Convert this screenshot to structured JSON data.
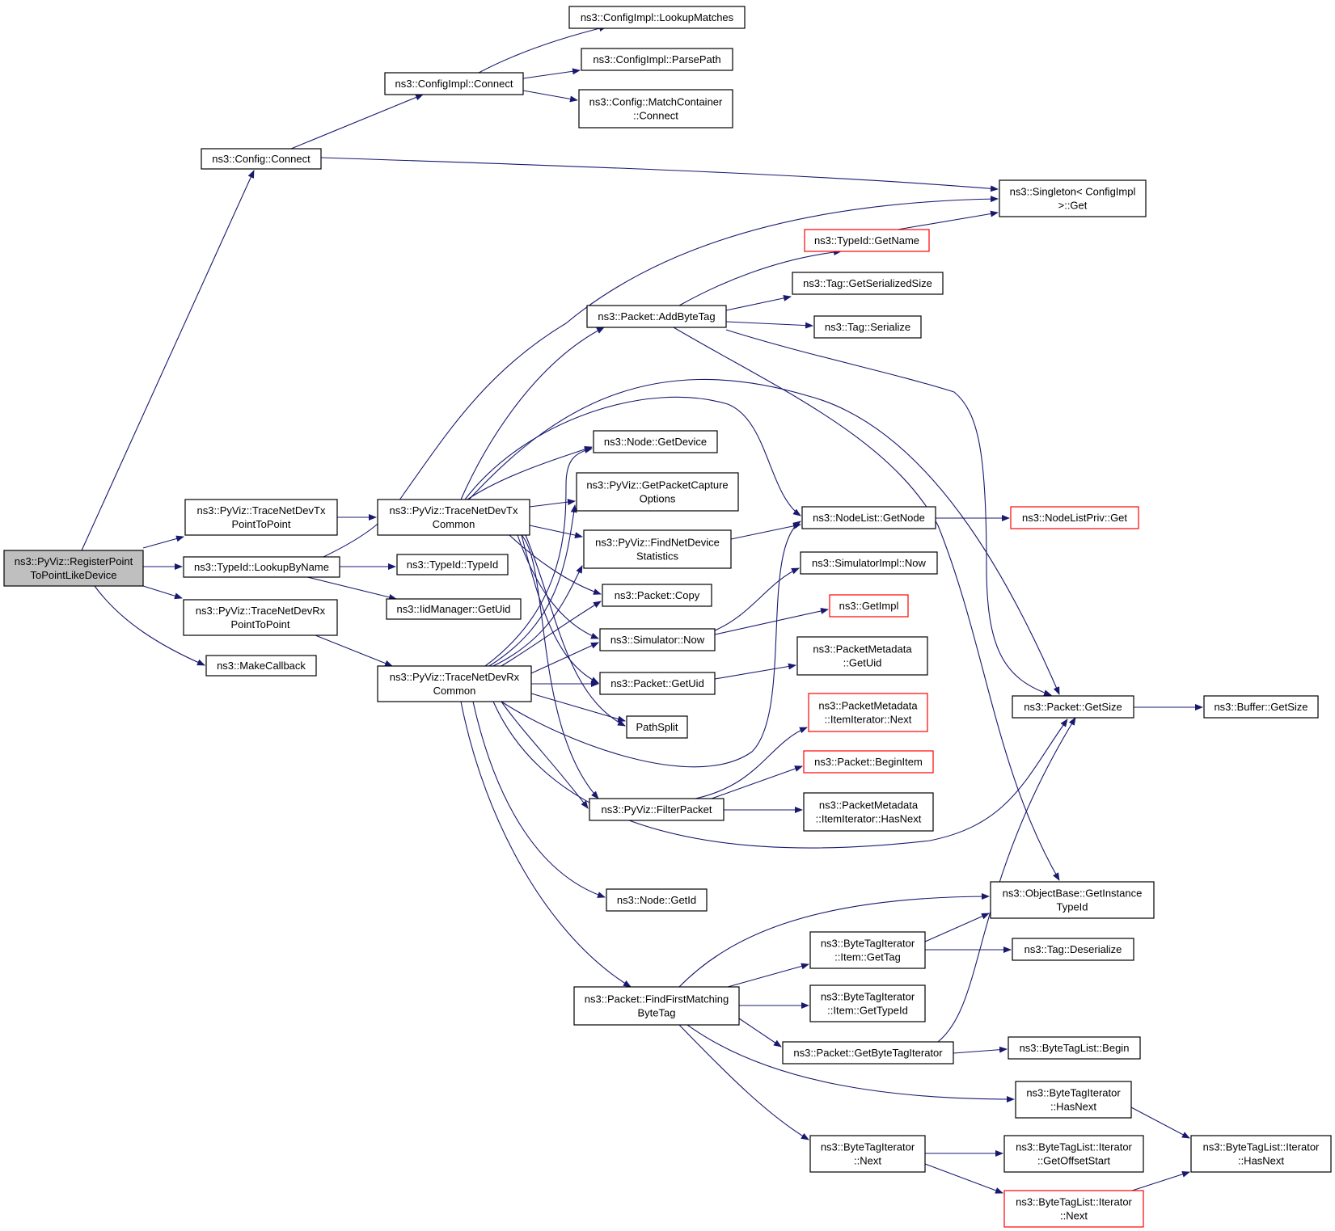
{
  "diagram": {
    "nodes": [
      {
        "id": "root",
        "lines": [
          "ns3::PyViz::RegisterPoint",
          "ToPointLikeDevice"
        ],
        "style": "root"
      },
      {
        "id": "cfgConnect",
        "lines": [
          "ns3::Config::Connect"
        ],
        "style": "normal"
      },
      {
        "id": "txP2P",
        "lines": [
          "ns3::PyViz::TraceNetDevTx",
          "PointToPoint"
        ],
        "style": "normal"
      },
      {
        "id": "lookupByName",
        "lines": [
          "ns3::TypeId::LookupByName"
        ],
        "style": "normal"
      },
      {
        "id": "rxP2P",
        "lines": [
          "ns3::PyViz::TraceNetDevRx",
          "PointToPoint"
        ],
        "style": "normal"
      },
      {
        "id": "makeCallback",
        "lines": [
          "ns3::MakeCallback"
        ],
        "style": "normal"
      },
      {
        "id": "cfgImplConnect",
        "lines": [
          "ns3::ConfigImpl::Connect"
        ],
        "style": "normal"
      },
      {
        "id": "lookupMatches",
        "lines": [
          "ns3::ConfigImpl::LookupMatches"
        ],
        "style": "normal"
      },
      {
        "id": "parsePath",
        "lines": [
          "ns3::ConfigImpl::ParsePath"
        ],
        "style": "normal"
      },
      {
        "id": "matchContainer",
        "lines": [
          "ns3::Config::MatchContainer",
          "::Connect"
        ],
        "style": "normal"
      },
      {
        "id": "singletonGet",
        "lines": [
          "ns3::Singleton< ConfigImpl",
          ">::Get"
        ],
        "style": "normal"
      },
      {
        "id": "typeIdGetName",
        "lines": [
          "ns3::TypeId::GetName"
        ],
        "style": "red"
      },
      {
        "id": "tagGetSerSize",
        "lines": [
          "ns3::Tag::GetSerializedSize"
        ],
        "style": "normal"
      },
      {
        "id": "addByteTag",
        "lines": [
          "ns3::Packet::AddByteTag"
        ],
        "style": "normal"
      },
      {
        "id": "tagSerialize",
        "lines": [
          "ns3::Tag::Serialize"
        ],
        "style": "normal"
      },
      {
        "id": "txCommon",
        "lines": [
          "ns3::PyViz::TraceNetDevTx",
          "Common"
        ],
        "style": "normal"
      },
      {
        "id": "typeIdCtor",
        "lines": [
          "ns3::TypeId::TypeId"
        ],
        "style": "normal"
      },
      {
        "id": "iidGetUid",
        "lines": [
          "ns3::IidManager::GetUid"
        ],
        "style": "normal"
      },
      {
        "id": "rxCommon",
        "lines": [
          "ns3::PyViz::TraceNetDevRx",
          "Common"
        ],
        "style": "normal"
      },
      {
        "id": "nodeGetDevice",
        "lines": [
          "ns3::Node::GetDevice"
        ],
        "style": "normal"
      },
      {
        "id": "getPcapOpts",
        "lines": [
          "ns3::PyViz::GetPacketCapture",
          "Options"
        ],
        "style": "normal"
      },
      {
        "id": "findNetDevStats",
        "lines": [
          "ns3::PyViz::FindNetDevice",
          "Statistics"
        ],
        "style": "normal"
      },
      {
        "id": "packetCopy",
        "lines": [
          "ns3::Packet::Copy"
        ],
        "style": "normal"
      },
      {
        "id": "simNow",
        "lines": [
          "ns3::Simulator::Now"
        ],
        "style": "normal"
      },
      {
        "id": "packetGetUid",
        "lines": [
          "ns3::Packet::GetUid"
        ],
        "style": "normal"
      },
      {
        "id": "pathSplit",
        "lines": [
          "PathSplit"
        ],
        "style": "normal"
      },
      {
        "id": "filterPacket",
        "lines": [
          "ns3::PyViz::FilterPacket"
        ],
        "style": "normal"
      },
      {
        "id": "nodeGetId",
        "lines": [
          "ns3::Node::GetId"
        ],
        "style": "normal"
      },
      {
        "id": "findFirstMatching",
        "lines": [
          "ns3::Packet::FindFirstMatching",
          "ByteTag"
        ],
        "style": "normal"
      },
      {
        "id": "nodeListGetNode",
        "lines": [
          "ns3::NodeList::GetNode"
        ],
        "style": "normal"
      },
      {
        "id": "nodeListPrivGet",
        "lines": [
          "ns3::NodeListPriv::Get"
        ],
        "style": "red"
      },
      {
        "id": "simImplNow",
        "lines": [
          "ns3::SimulatorImpl::Now"
        ],
        "style": "normal"
      },
      {
        "id": "getImpl",
        "lines": [
          "ns3::GetImpl"
        ],
        "style": "red"
      },
      {
        "id": "pmGetUid",
        "lines": [
          "ns3::PacketMetadata",
          "::GetUid"
        ],
        "style": "normal"
      },
      {
        "id": "pmItemNext",
        "lines": [
          "ns3::PacketMetadata",
          "::ItemIterator::Next"
        ],
        "style": "red"
      },
      {
        "id": "beginItem",
        "lines": [
          "ns3::Packet::BeginItem"
        ],
        "style": "red"
      },
      {
        "id": "pmItemHasNext",
        "lines": [
          "ns3::PacketMetadata",
          "::ItemIterator::HasNext"
        ],
        "style": "normal"
      },
      {
        "id": "packetGetSize",
        "lines": [
          "ns3::Packet::GetSize"
        ],
        "style": "normal"
      },
      {
        "id": "bufferGetSize",
        "lines": [
          "ns3::Buffer::GetSize"
        ],
        "style": "normal"
      },
      {
        "id": "objGetInstTypeId",
        "lines": [
          "ns3::ObjectBase::GetInstance",
          "TypeId"
        ],
        "style": "normal"
      },
      {
        "id": "btiItemGetTag",
        "lines": [
          "ns3::ByteTagIterator",
          "::Item::GetTag"
        ],
        "style": "normal"
      },
      {
        "id": "tagDeserialize",
        "lines": [
          "ns3::Tag::Deserialize"
        ],
        "style": "normal"
      },
      {
        "id": "btiItemGetTypeId",
        "lines": [
          "ns3::ByteTagIterator",
          "::Item::GetTypeId"
        ],
        "style": "normal"
      },
      {
        "id": "getByteTagIter",
        "lines": [
          "ns3::Packet::GetByteTagIterator"
        ],
        "style": "normal"
      },
      {
        "id": "btlBegin",
        "lines": [
          "ns3::ByteTagList::Begin"
        ],
        "style": "normal"
      },
      {
        "id": "btiHasNext",
        "lines": [
          "ns3::ByteTagIterator",
          "::HasNext"
        ],
        "style": "normal"
      },
      {
        "id": "btiNext",
        "lines": [
          "ns3::ByteTagIterator",
          "::Next"
        ],
        "style": "normal"
      },
      {
        "id": "btlItGetOffsetStart",
        "lines": [
          "ns3::ByteTagList::Iterator",
          "::GetOffsetStart"
        ],
        "style": "normal"
      },
      {
        "id": "btlItNext",
        "lines": [
          "ns3::ByteTagList::Iterator",
          "::Next"
        ],
        "style": "red"
      },
      {
        "id": "btlItHasNext",
        "lines": [
          "ns3::ByteTagList::Iterator",
          "::HasNext"
        ],
        "style": "normal"
      }
    ]
  }
}
